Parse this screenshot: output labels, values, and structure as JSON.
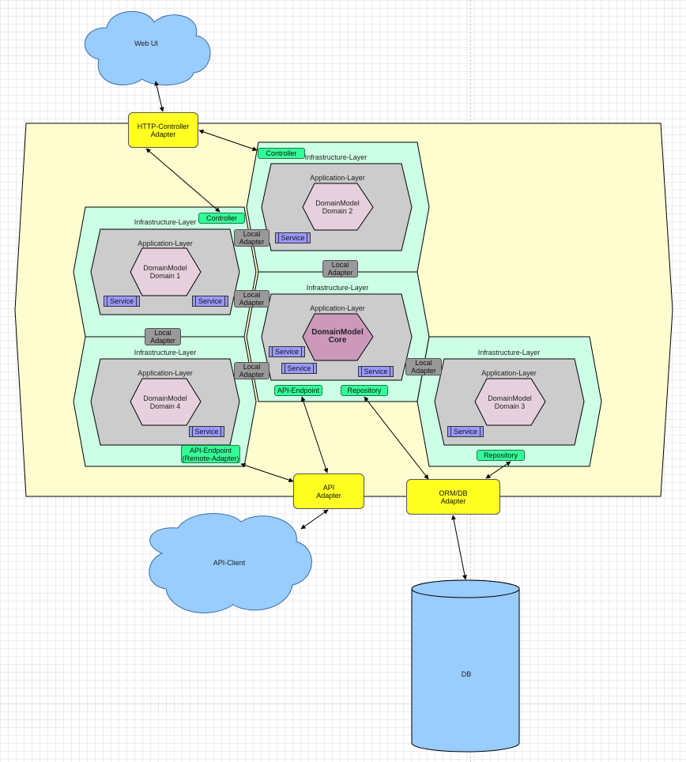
{
  "clouds": {
    "web_ui": "Web UI",
    "api_client": "API-Client"
  },
  "adapters": {
    "http_controller": "HTTP-Controller\nAdapter",
    "api": "API\nAdapter",
    "orm_db": "ORM/DB\nAdapter"
  },
  "database": {
    "label": "DB"
  },
  "layers": {
    "infrastructure": "Infrastructure-Layer",
    "application": "Application-Layer"
  },
  "domains": {
    "domain2": "DomainModel\nDomain 2",
    "domain1": "DomainModel\nDomain 1",
    "core": "DomainModel\nCore",
    "domain4": "DomainModel\nDomain 4",
    "domain3": "DomainModel\nDomain 3"
  },
  "ports": {
    "controller": "Controller",
    "local_adapter": "Local\nAdapter",
    "service": "Service",
    "api_endpoint": "API-Endpoint",
    "api_endpoint_remote": "API-Endpoint\n(Remote-Adapter)",
    "repository": "Repository"
  },
  "colors": {
    "application_core": "#fffdd0",
    "infrastructure": "#ccffe6",
    "application": "#cccccc",
    "domain": "#e6d0de",
    "domain_core": "#cc99bb",
    "adapter": "#ffff22",
    "port": "#33ff99",
    "local_adapter": "#999999",
    "service": "#9999ff",
    "cloud": "#99ccff",
    "database": "#99ccff"
  }
}
